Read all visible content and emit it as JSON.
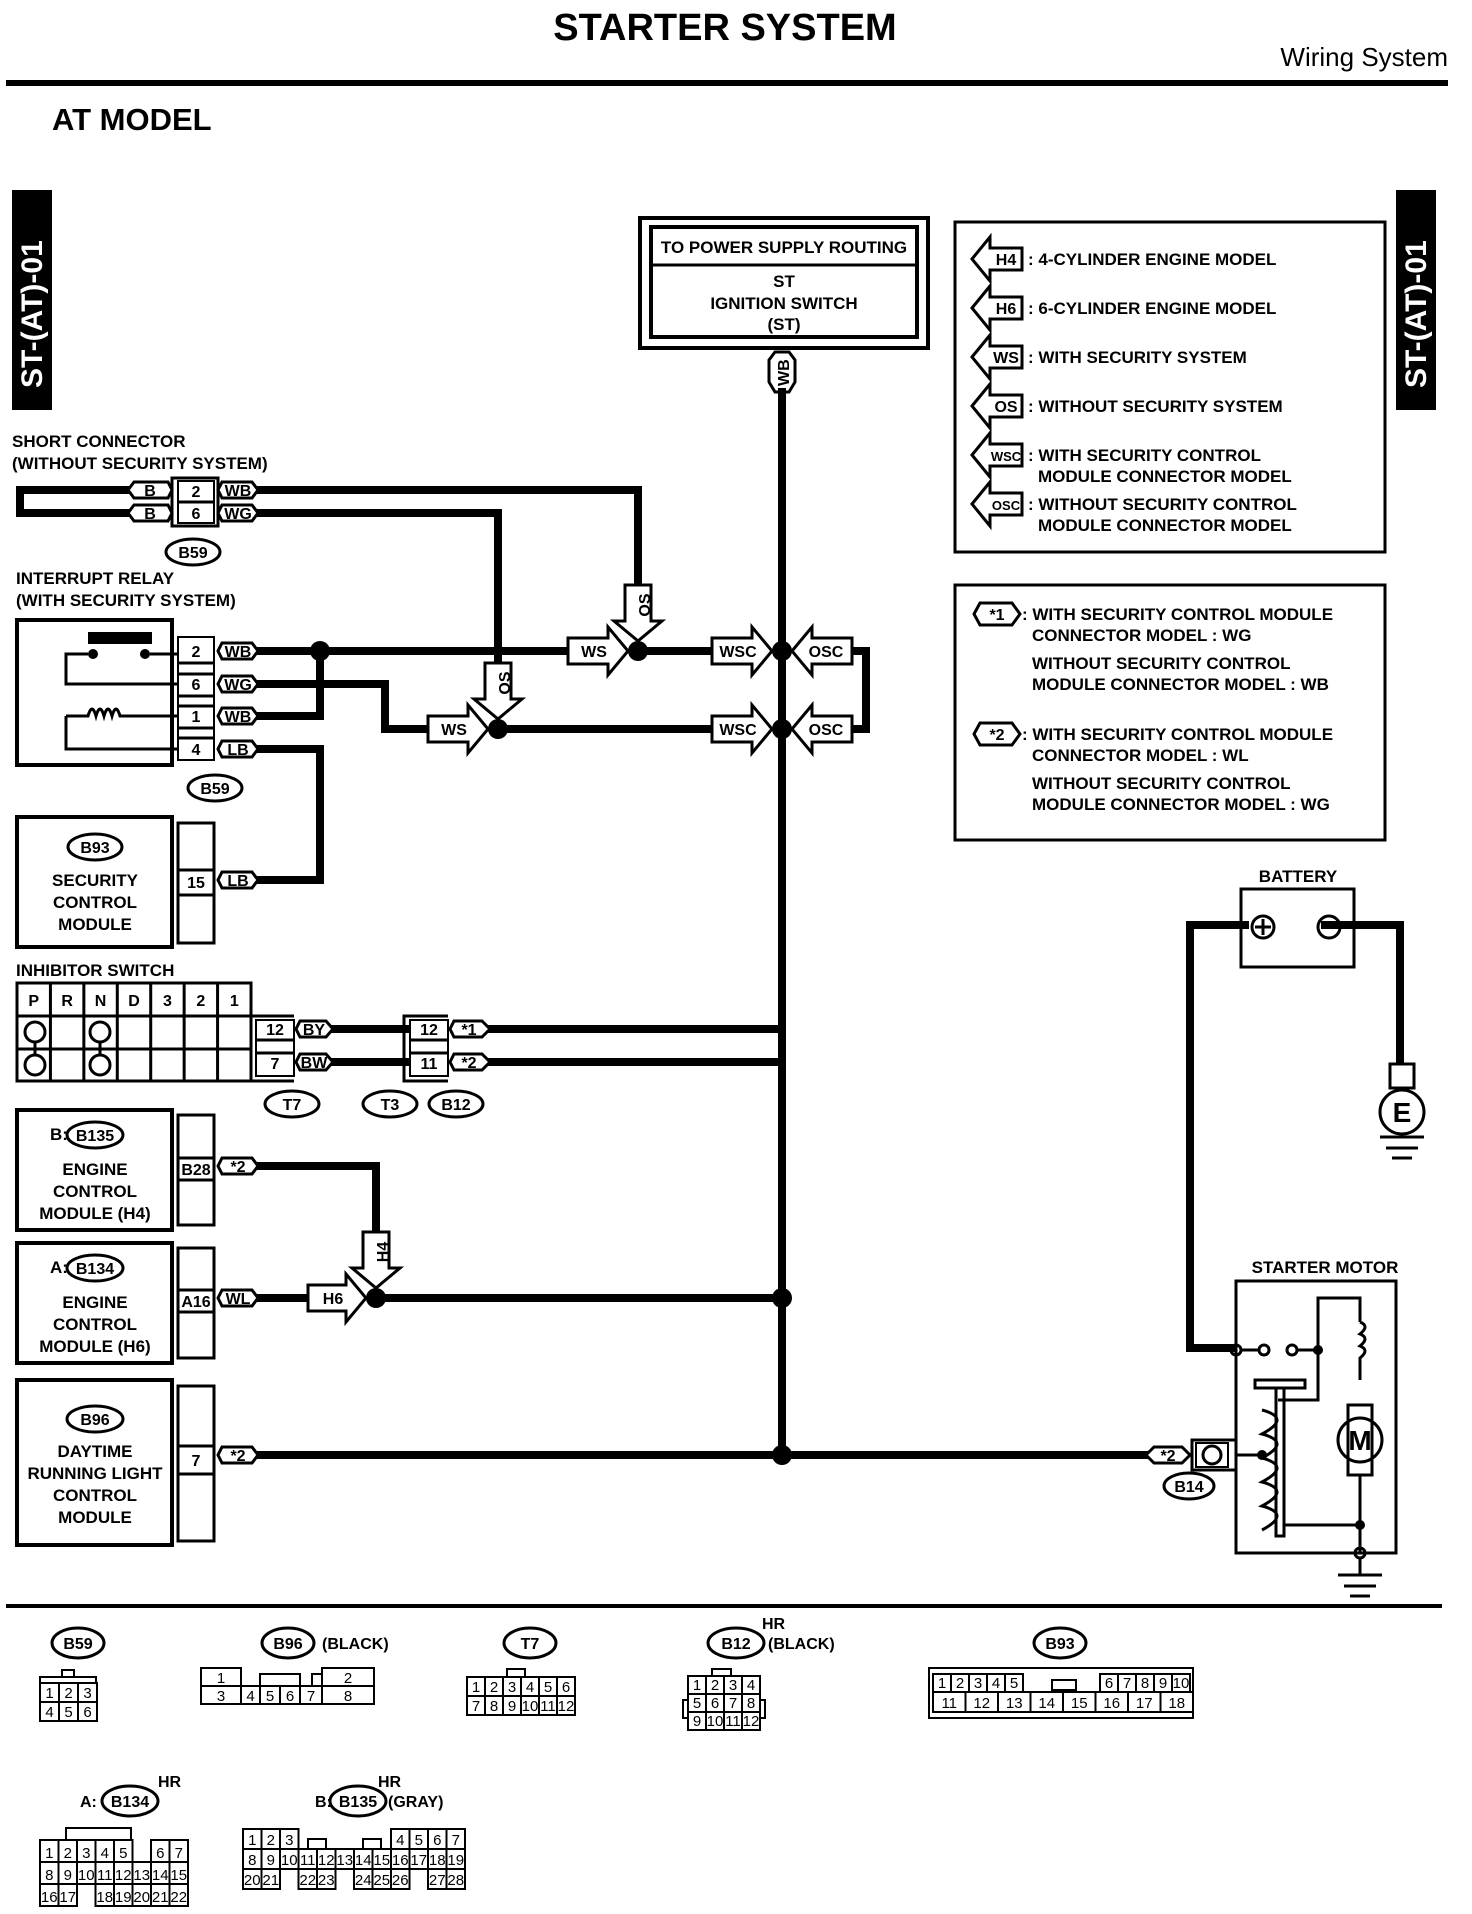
{
  "header": {
    "title": "STARTER SYSTEM",
    "subtitle": "Wiring System",
    "model": "AT MODEL",
    "side_tab": "ST-(AT)-01"
  },
  "power_box": {
    "line1": "TO POWER SUPPLY ROUTING",
    "line2": "ST",
    "line3": "IGNITION SWITCH",
    "line4": "(ST)",
    "wire": "WB"
  },
  "legend_arrows": [
    {
      "code": "H4",
      "text": ": 4-CYLINDER ENGINE MODEL",
      "text2": ""
    },
    {
      "code": "H6",
      "text": ": 6-CYLINDER ENGINE MODEL",
      "text2": ""
    },
    {
      "code": "WS",
      "text": ": WITH SECURITY SYSTEM",
      "text2": ""
    },
    {
      "code": "OS",
      "text": ": WITHOUT SECURITY SYSTEM",
      "text2": ""
    },
    {
      "code": "WSC",
      "text": ": WITH SECURITY CONTROL",
      "text2": "MODULE CONNECTOR MODEL"
    },
    {
      "code": "OSC",
      "text": ": WITHOUT SECURITY CONTROL",
      "text2": "MODULE CONNECTOR MODEL"
    }
  ],
  "legend_notes": [
    {
      "code": "*1",
      "lines": [
        ": WITH SECURITY CONTROL MODULE",
        "CONNECTOR MODEL : WG",
        "WITHOUT SECURITY CONTROL",
        "MODULE CONNECTOR MODEL : WB"
      ]
    },
    {
      "code": "*2",
      "lines": [
        ": WITH SECURITY CONTROL MODULE",
        "CONNECTOR MODEL : WL",
        "WITHOUT SECURITY CONTROL",
        "MODULE CONNECTOR MODEL  : WG"
      ]
    }
  ],
  "short_connector": {
    "title1": "SHORT CONNECTOR",
    "title2": "(WITHOUT SECURITY SYSTEM)",
    "connector": "B59",
    "pins": [
      {
        "pin": "2",
        "in": "B",
        "out": "WB"
      },
      {
        "pin": "6",
        "in": "B",
        "out": "WG"
      }
    ]
  },
  "interrupt_relay": {
    "title1": "INTERRUPT RELAY",
    "title2": "(WITH SECURITY SYSTEM)",
    "connector": "B59",
    "pins": [
      {
        "pin": "2",
        "wire": "WB"
      },
      {
        "pin": "6",
        "wire": "WG"
      },
      {
        "pin": "1",
        "wire": "WB"
      },
      {
        "pin": "4",
        "wire": "LB"
      }
    ]
  },
  "security_module": {
    "connector": "B93",
    "name1": "SECURITY",
    "name2": "CONTROL",
    "name3": "MODULE",
    "pin": "15",
    "wire": "LB"
  },
  "inhibitor_switch": {
    "title": "INHIBITOR SWITCH",
    "positions": [
      "P",
      "R",
      "N",
      "D",
      "3",
      "2",
      "1"
    ],
    "connector": "T7",
    "pins": [
      {
        "pin": "12",
        "wire": "BY"
      },
      {
        "pin": "7",
        "wire": "BW"
      }
    ],
    "relay_connectors": [
      "T3",
      "B12"
    ],
    "relay_pins": [
      {
        "pin": "12",
        "wire": "*1"
      },
      {
        "pin": "11",
        "wire": "*2"
      }
    ]
  },
  "ecm_h4": {
    "prefix": "B:",
    "connector": "B135",
    "name1": "ENGINE",
    "name2": "CONTROL",
    "name3": "MODULE (H4)",
    "pin": "B28",
    "wire": "*2"
  },
  "ecm_h6": {
    "prefix": "A:",
    "connector": "B134",
    "name1": "ENGINE",
    "name2": "CONTROL",
    "name3": "MODULE (H6)",
    "pin": "A16",
    "wire": "WL"
  },
  "drl_module": {
    "connector": "B96",
    "name1": "DAYTIME",
    "name2": "RUNNING LIGHT",
    "name3": "CONTROL",
    "name4": "MODULE",
    "pin": "7",
    "wire": "*2"
  },
  "junction_flags": {
    "ws": "WS",
    "os": "OS",
    "wsc": "WSC",
    "osc": "OSC",
    "h4": "H4",
    "h6": "H6"
  },
  "battery": {
    "label": "BATTERY",
    "ground": "E"
  },
  "starter": {
    "label": "STARTER MOTOR",
    "motor": "M",
    "connector": "B14",
    "wire": "*2"
  },
  "connector_views": {
    "b59": {
      "id": "B59",
      "note": "",
      "hr": "",
      "rows": [
        [
          "1",
          "2",
          "3"
        ],
        [
          "4",
          "5",
          "6"
        ]
      ]
    },
    "b96": {
      "id": "B96",
      "note": "(BLACK)",
      "hr": "",
      "top": [
        "1",
        "2"
      ],
      "bottom": [
        "3",
        "4",
        "5",
        "6",
        "7",
        "8"
      ]
    },
    "t7": {
      "id": "T7",
      "note": "",
      "hr": "",
      "rows": [
        [
          "1",
          "2",
          "3",
          "4",
          "5",
          "6"
        ],
        [
          "7",
          "8",
          "9",
          "10",
          "11",
          "12"
        ]
      ]
    },
    "b12": {
      "id": "B12",
      "note": "(BLACK)",
      "hr": "HR",
      "rows": [
        [
          "1",
          "2",
          "3",
          "4"
        ],
        [
          "5",
          "6",
          "7",
          "8"
        ],
        [
          "9",
          "10",
          "11",
          "12"
        ]
      ]
    },
    "b93": {
      "id": "B93",
      "note": "",
      "hr": "",
      "top_left": [
        "1",
        "2",
        "3",
        "4",
        "5"
      ],
      "top_right": [
        "6",
        "7",
        "8",
        "9",
        "10"
      ],
      "bottom": [
        "11",
        "12",
        "13",
        "14",
        "15",
        "16",
        "17",
        "18"
      ]
    },
    "b134": {
      "id": "B134",
      "prefix": "A:",
      "hr": "HR",
      "row1_left": [
        "1",
        "2",
        "3",
        "4",
        "5"
      ],
      "row1_right": [
        "6",
        "7"
      ],
      "row2": [
        "8",
        "9",
        "10",
        "11",
        "12",
        "13",
        "14",
        "15"
      ],
      "row3_left": [
        "16",
        "17"
      ],
      "row3_right": [
        "18",
        "19",
        "20",
        "21",
        "22"
      ]
    },
    "b135": {
      "id": "B135",
      "prefix": "B:",
      "note": "(GRAY)",
      "hr": "HR",
      "row1_left": [
        "1",
        "2",
        "3"
      ],
      "row1_right": [
        "4",
        "5",
        "6",
        "7"
      ],
      "row2": [
        "8",
        "9",
        "10",
        "11",
        "12",
        "13",
        "14",
        "15",
        "16",
        "17",
        "18",
        "19"
      ],
      "row3": [
        "20",
        "21",
        "",
        "22",
        "23",
        "",
        "24",
        "25",
        "26",
        "",
        "27",
        "28"
      ]
    }
  }
}
